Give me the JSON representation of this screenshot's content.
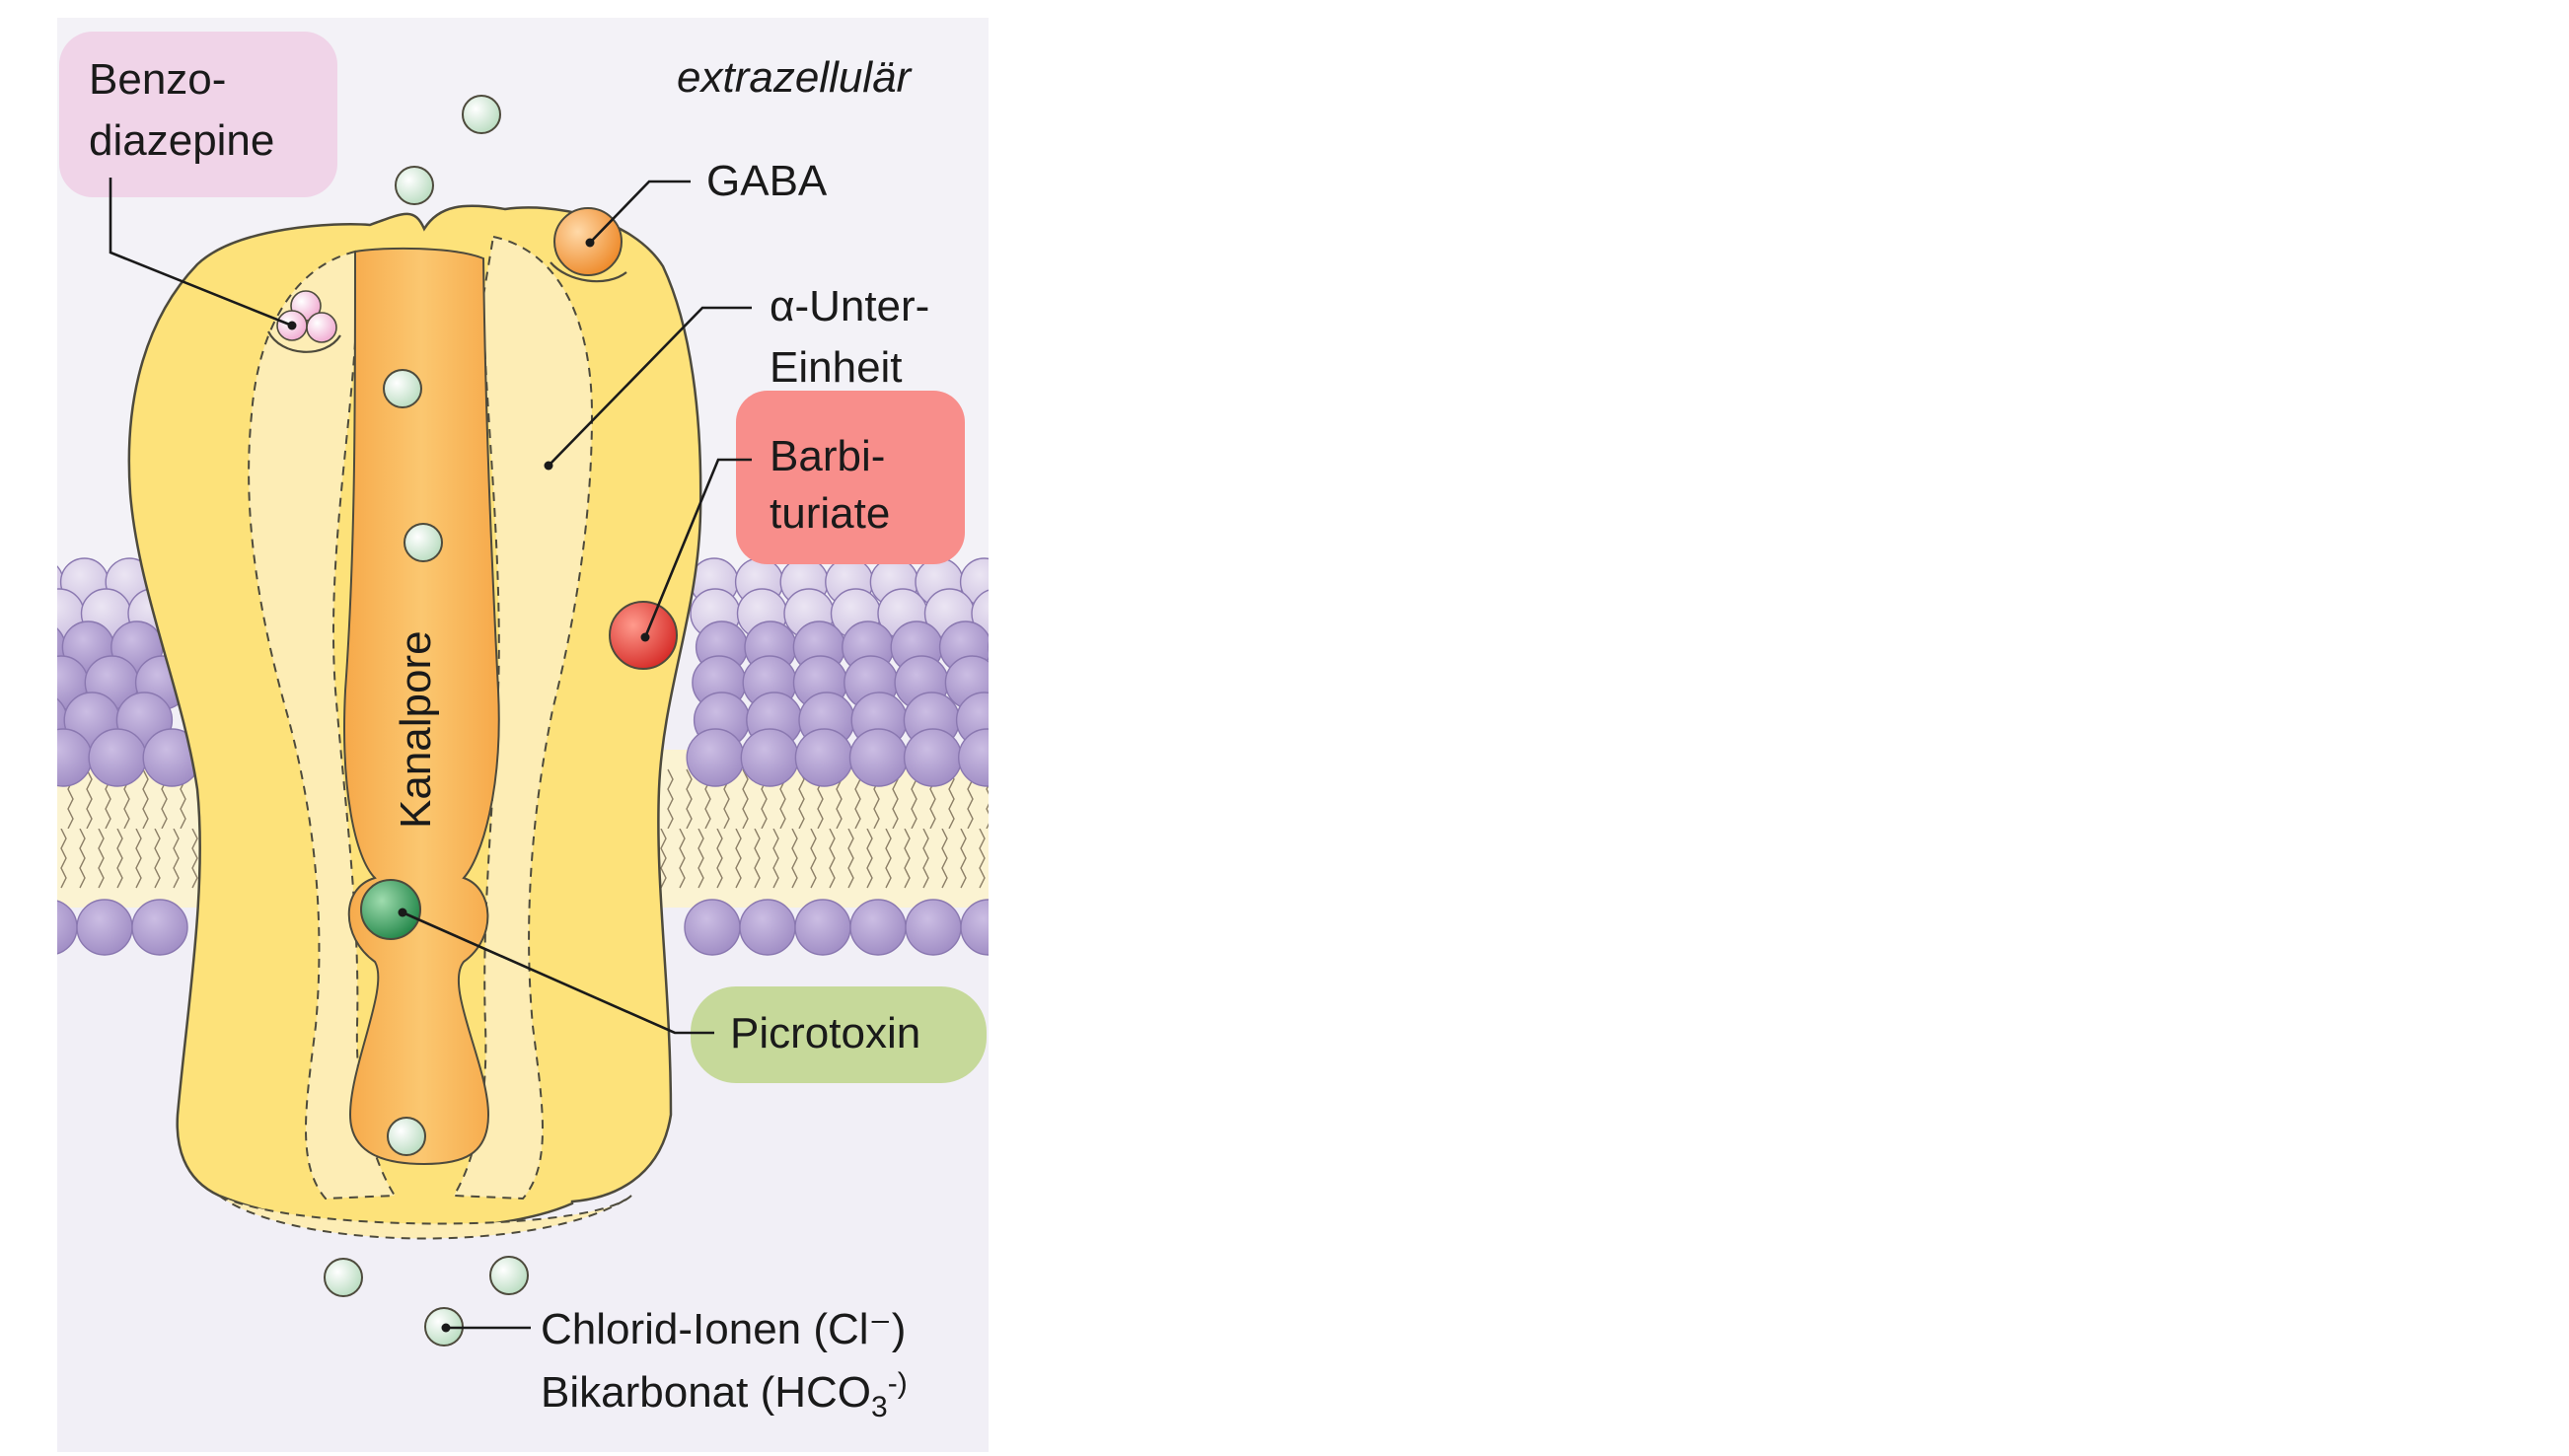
{
  "labels": {
    "extracellular": "extrazellulär",
    "benzodiazepine_line1": "Benzo-",
    "benzodiazepine_line2": "diazepine",
    "gaba": "GABA",
    "alpha_subunit_line1": "α-Unter-",
    "alpha_subunit_line2": "Einheit",
    "barbiturate_line1": "Barbi-",
    "barbiturate_line2": "turiate",
    "channel_pore": "Kanalpore",
    "picrotoxin": "Picrotoxin",
    "chloride_line1": "Chlorid-Ionen (Cl⁻)",
    "bicarbonate_line2_main": "Bikarbonat (HCO",
    "bicarbonate_sub": "3",
    "bicarbonate_end": "-)"
  },
  "colors": {
    "background_panel": "#f1eff6",
    "receptor_yellow": "#fde27a",
    "receptor_light": "#fdedb5",
    "pore_orange": "#f8b856",
    "membrane_head_dark": "#b7a6d4",
    "membrane_head_light": "#d9d0e8",
    "lipid_core": "#fbf3d2",
    "benzodiazepine_box": "#f0d4e8",
    "barbiturate_box": "#f88e8b",
    "picrotoxin_box": "#c6d99a",
    "ion_fill": "#cfe7d2",
    "gaba_ball": "#f5a04a",
    "barbiturate_ball": "#e8403a",
    "picrotoxin_ball": "#3fa663",
    "benzodiazepine_ball": "#f5c2de"
  }
}
